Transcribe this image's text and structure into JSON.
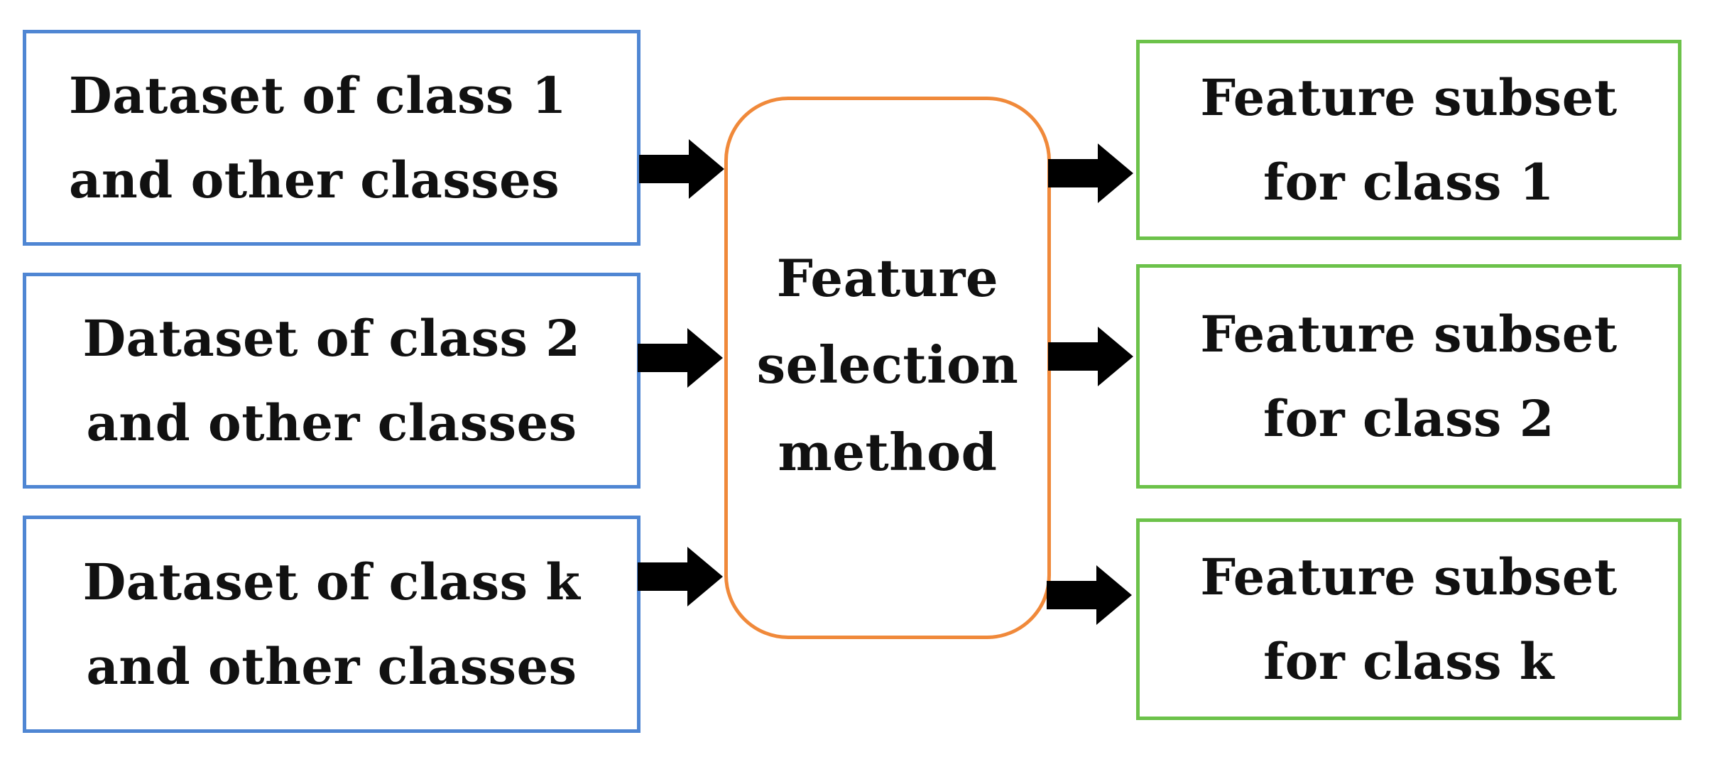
{
  "inputs": [
    {
      "line1": "Dataset of class 1",
      "line2": "and other classes"
    },
    {
      "line1": "Dataset of class 2",
      "line2": "and other classes"
    },
    {
      "line1": "Dataset of class k",
      "line2": "and other classes"
    }
  ],
  "center": {
    "line1": "Feature",
    "line2": "selection",
    "line3": "method"
  },
  "outputs": [
    {
      "line1": "Feature subset",
      "line2": "for class 1"
    },
    {
      "line1": "Feature subset",
      "line2": "for class 2"
    },
    {
      "line1": "Feature subset",
      "line2": "for class k"
    }
  ],
  "colors": {
    "input_border": "#4f86d3",
    "center_border": "#f0893a",
    "output_border": "#6cc24a",
    "arrow": "#000000"
  }
}
